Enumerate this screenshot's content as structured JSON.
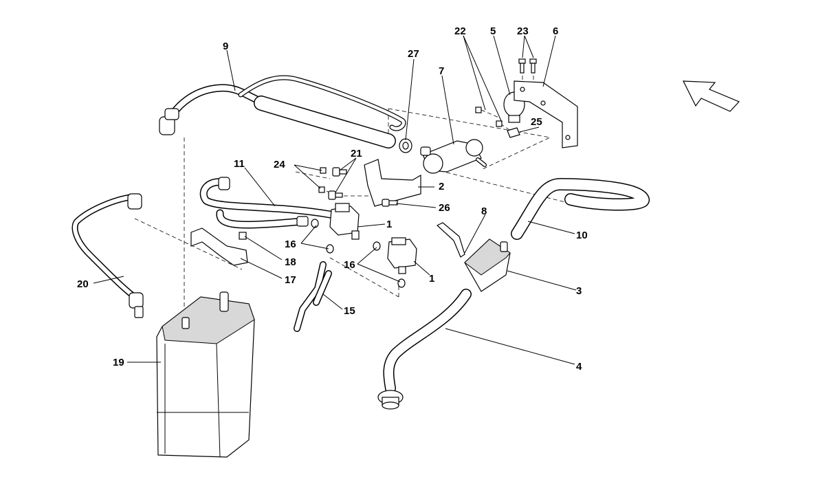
{
  "callouts": [
    {
      "id": "c1a",
      "text": "1"
    },
    {
      "id": "c1b",
      "text": "1"
    },
    {
      "id": "c2",
      "text": "2"
    },
    {
      "id": "c3",
      "text": "3"
    },
    {
      "id": "c4",
      "text": "4"
    },
    {
      "id": "c5",
      "text": "5"
    },
    {
      "id": "c6",
      "text": "6"
    },
    {
      "id": "c7",
      "text": "7"
    },
    {
      "id": "c8",
      "text": "8"
    },
    {
      "id": "c9",
      "text": "9"
    },
    {
      "id": "c10",
      "text": "10"
    },
    {
      "id": "c11",
      "text": "11"
    },
    {
      "id": "c15",
      "text": "15"
    },
    {
      "id": "c16a",
      "text": "16"
    },
    {
      "id": "c16b",
      "text": "16"
    },
    {
      "id": "c17",
      "text": "17"
    },
    {
      "id": "c18",
      "text": "18"
    },
    {
      "id": "c19",
      "text": "19"
    },
    {
      "id": "c20",
      "text": "20"
    },
    {
      "id": "c21",
      "text": "21"
    },
    {
      "id": "c22",
      "text": "22"
    },
    {
      "id": "c23",
      "text": "23"
    },
    {
      "id": "c24",
      "text": "24"
    },
    {
      "id": "c25",
      "text": "25"
    },
    {
      "id": "c26",
      "text": "26"
    },
    {
      "id": "c27",
      "text": "27"
    }
  ],
  "icons": {
    "direction_arrow": "front-direction-arrow-icon"
  }
}
